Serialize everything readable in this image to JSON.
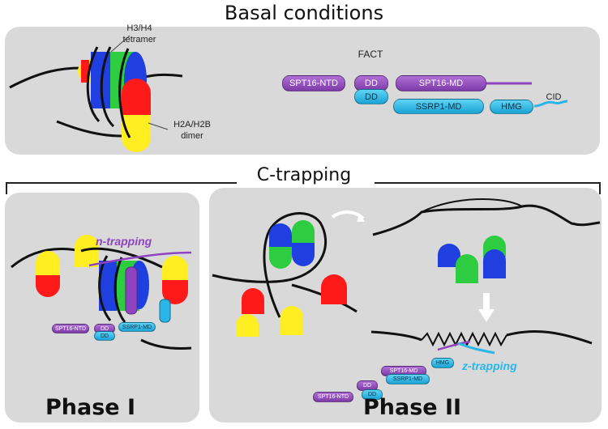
{
  "title": "Basal conditions",
  "ctrap_title": "C-trapping",
  "labels": {
    "h3h4": "H3/H4 tetramer",
    "h2ah2b": "H2A/H2B dimer",
    "fact": "FACT",
    "cid": "CID",
    "n_trapping": "n-trapping",
    "z_trapping": "z-trapping"
  },
  "fact": {
    "spt16_ntd": "SPT16-NTD",
    "dd": "DD",
    "spt16_md": "SPT16-MD",
    "ssrp1_md": "SSRP1-MD",
    "hmg": "HMG"
  },
  "phases": {
    "one": "Phase I",
    "two": "Phase II"
  },
  "colors": {
    "panel": "#d9d9d9",
    "spt16": "#8e44c0",
    "ssrp1": "#29b6e8",
    "h3": "#1f3fe0",
    "h4": "#2ecc40",
    "h2a": "#ff1a1a",
    "h2b": "#ffee22"
  }
}
